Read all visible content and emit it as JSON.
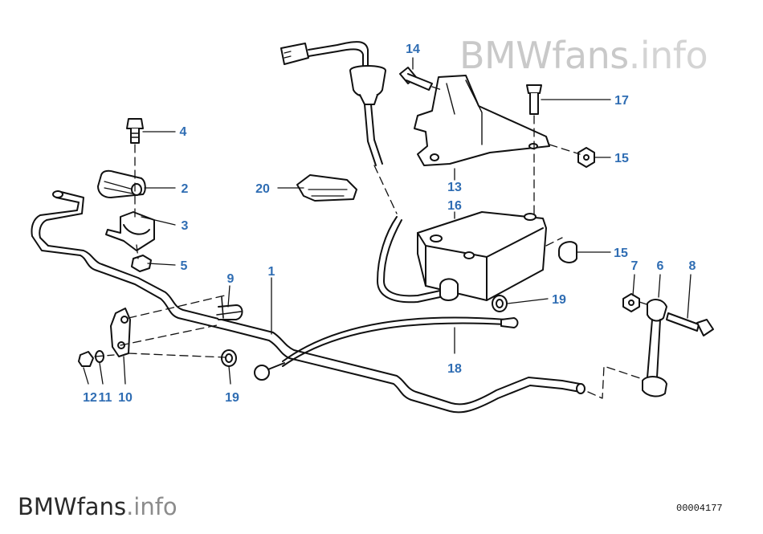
{
  "watermark": {
    "brand": "BMWfans",
    "suffix": ".info"
  },
  "diagram_id": "00004177",
  "colors": {
    "callout": "#2f6db3",
    "line": "#111111",
    "watermark": "#c9c9c9"
  },
  "callouts": {
    "c1": "1",
    "c2": "2",
    "c3": "3",
    "c4": "4",
    "c5": "5",
    "c6": "6",
    "c7": "7",
    "c8": "8",
    "c9": "9",
    "c10": "10",
    "c11": "11",
    "c12": "12",
    "c13": "13",
    "c14": "14",
    "c15a": "15",
    "c15b": "15",
    "c16": "16",
    "c17": "17",
    "c18": "18",
    "c19a": "19",
    "c19b": "19",
    "c20": "20"
  }
}
